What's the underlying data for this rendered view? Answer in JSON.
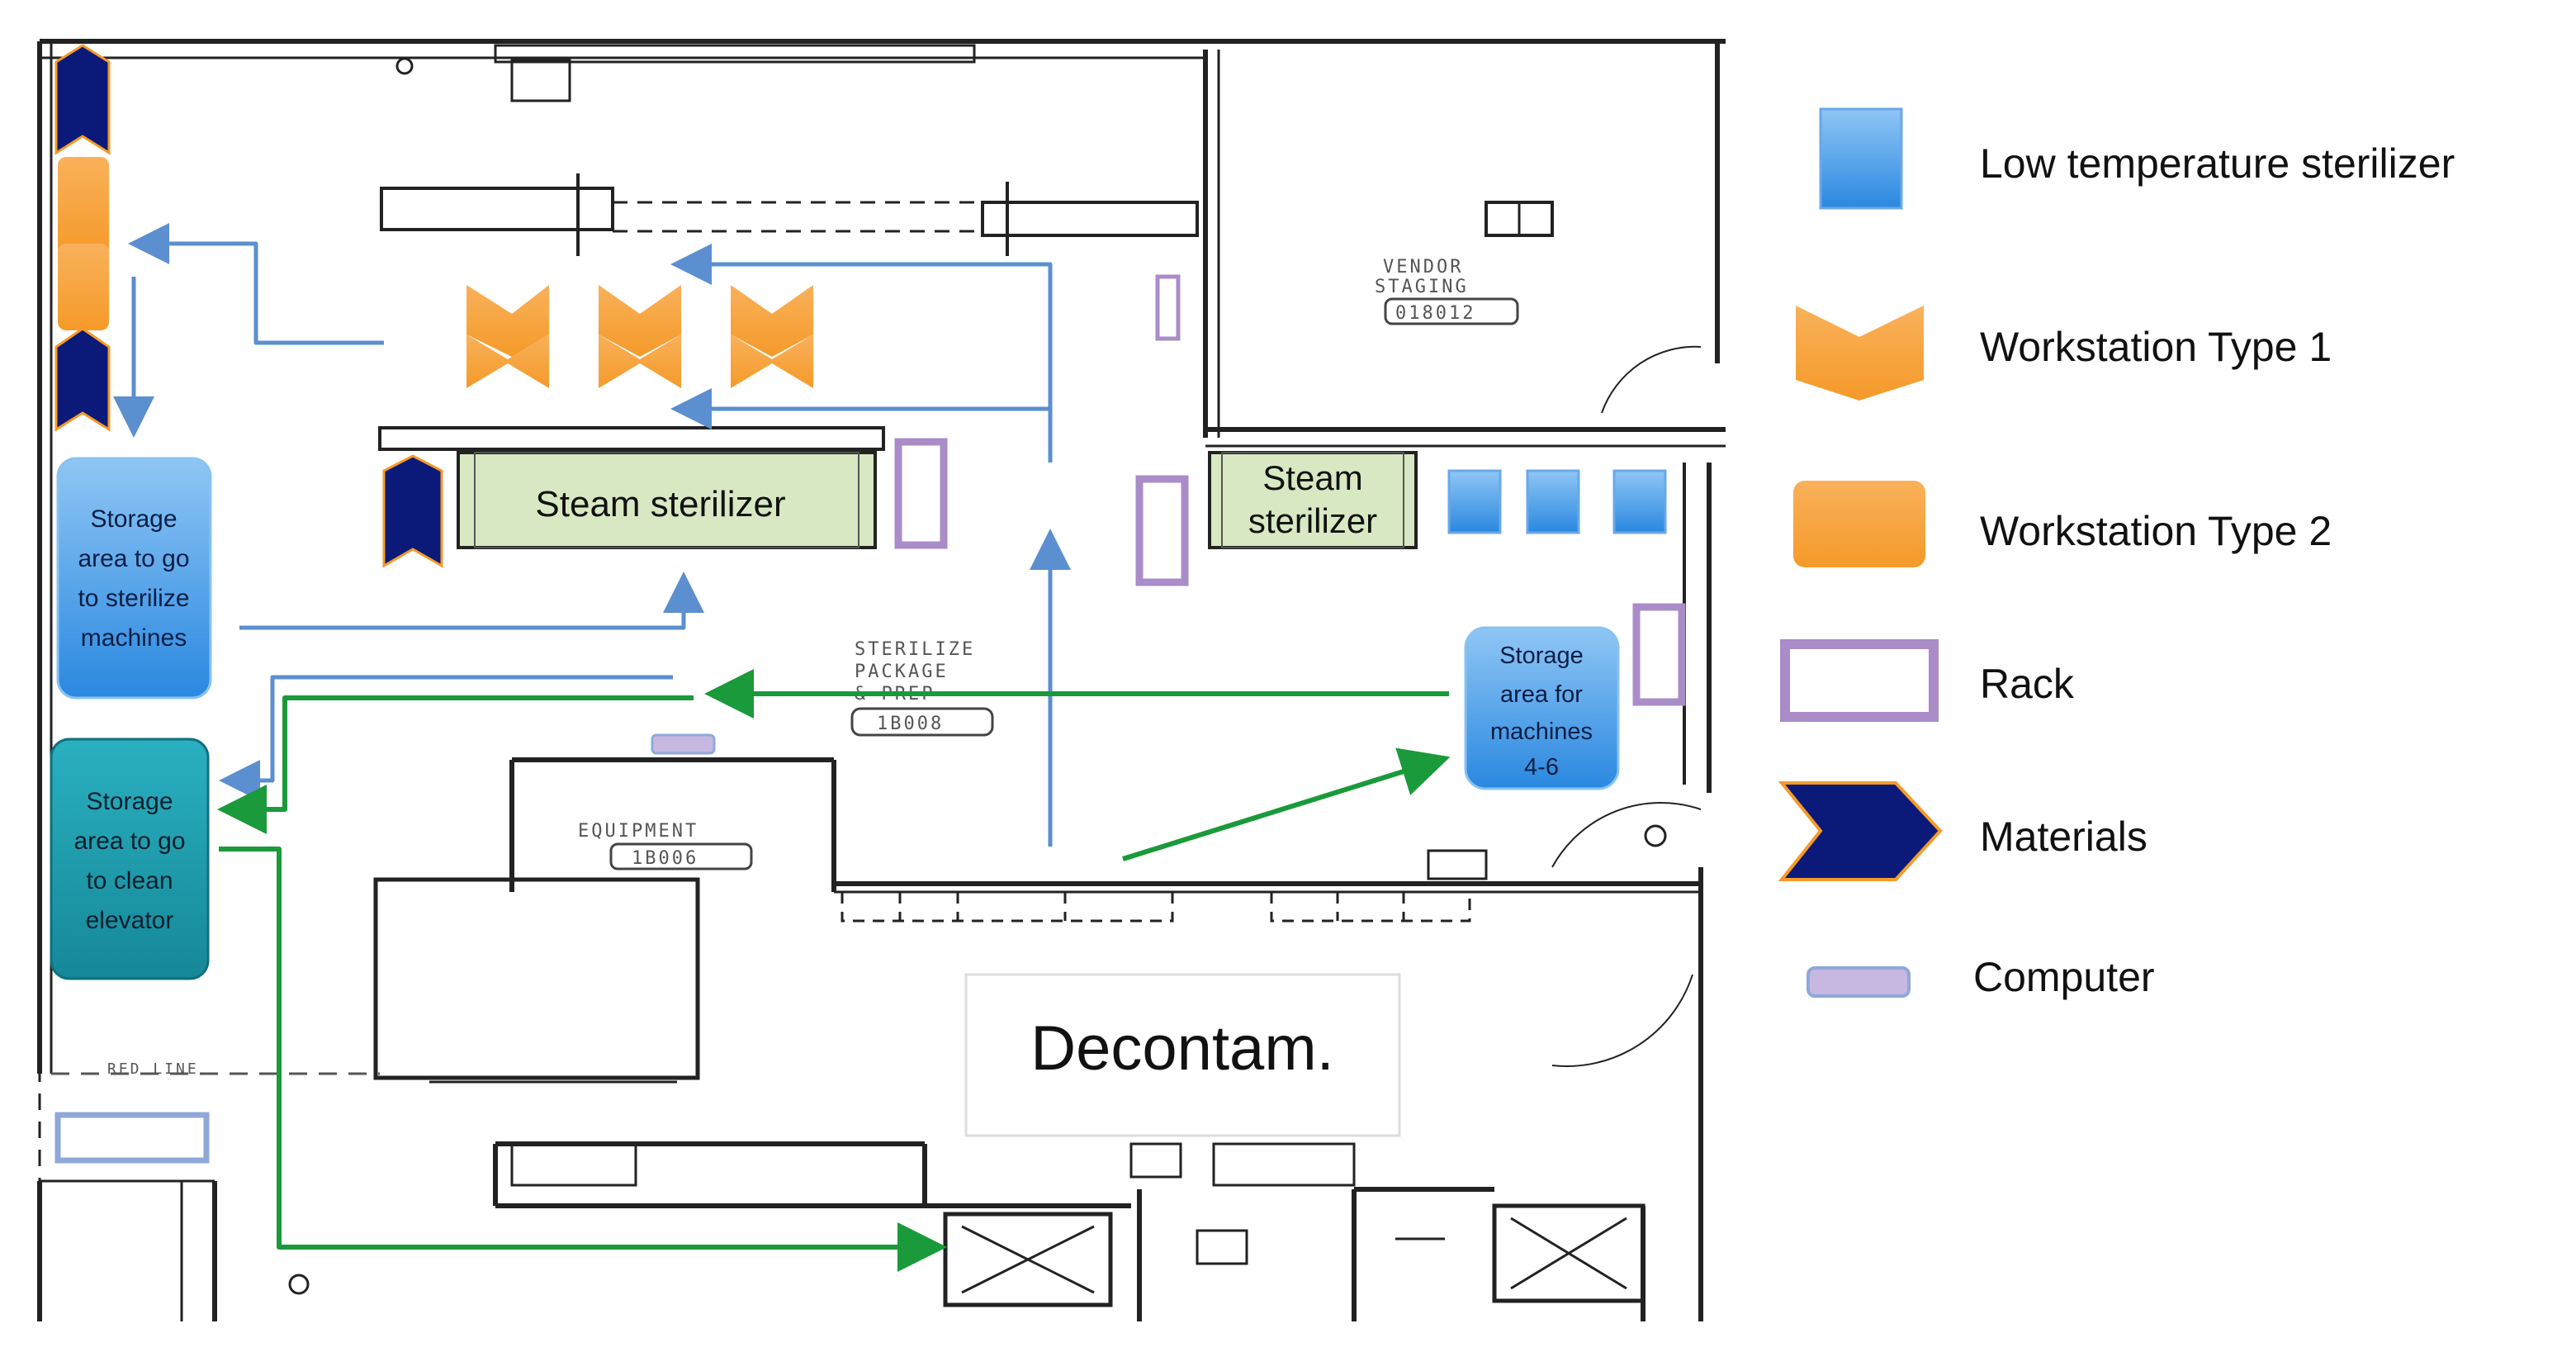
{
  "labels": {
    "steam_sterilizer_1": "Steam sterilizer",
    "steam_sterilizer_2_line1": "Steam",
    "steam_sterilizer_2_line2": "sterilizer",
    "decontam": "Decontam.",
    "storage_sterilize": [
      "Storage",
      "area to go",
      "to sterilize",
      "machines"
    ],
    "storage_clean": [
      "Storage",
      "area to go",
      "to clean",
      "elevator"
    ],
    "storage_machines": [
      "Storage",
      "area for",
      "machines",
      "4-6"
    ]
  },
  "plan_text": {
    "vendor": [
      "VENDOR",
      "STAGING",
      "018012"
    ],
    "sterilize": [
      "STERILIZE",
      "PACKAGE",
      "& PREP"
    ],
    "sterilize_code": "1B008",
    "equipment": "EQUIPMENT",
    "equipment_code": "1B006",
    "red_line": "RED LINE"
  },
  "legend": {
    "low_temp": "Low temperature sterilizer",
    "workstation1": "Workstation Type 1",
    "workstation2": "Workstation Type 2",
    "rack": "Rack",
    "materials": "Materials",
    "computer": "Computer"
  },
  "colors": {
    "blue_arrow": "#5b8fd0",
    "green_arrow": "#1a9a3a",
    "orange": "#f7a23a",
    "navy": "#0b1a78",
    "rack": "#a98cc8",
    "sterilizer_fill": "#d8e8c2",
    "storage_blue": "#3aa0f0",
    "storage_teal": "#1a9aaa",
    "low_temp": "#2f8fe6"
  }
}
